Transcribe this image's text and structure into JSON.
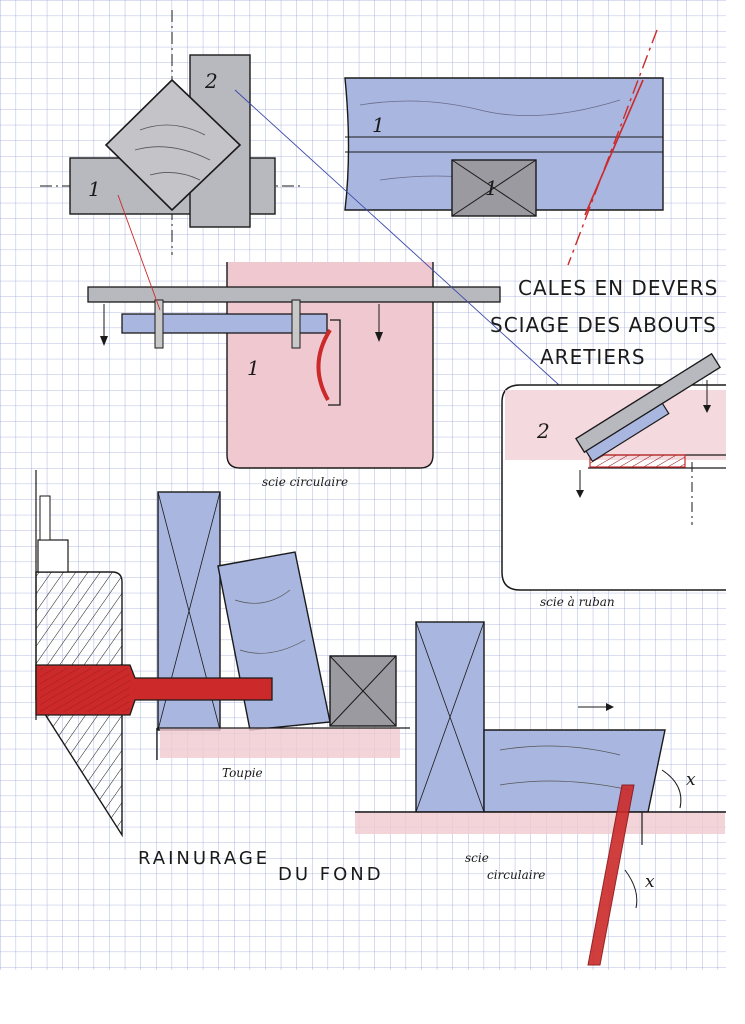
{
  "labels": {
    "title_line1": "CALES EN DEVERS",
    "title_line2": "SCIAGE DES ABOUTS",
    "title_line3": "ARETIERS",
    "scie_circulaire_top": "scie circulaire",
    "scie_a_ruban": "scie à ruban",
    "toupie": "Toupie",
    "rainurage": "RAINURAGE",
    "du_fond": "DU FOND",
    "scie_circulaire_bottom_1": "scie",
    "scie_circulaire_bottom_2": "circulaire",
    "angle_x_1": "x",
    "angle_x_2": "x",
    "num_1_left": "1",
    "num_2_top": "2",
    "num_1_board": "1",
    "num_1_square": "1",
    "num_1_saw": "1",
    "num_2_band": "2"
  },
  "colors": {
    "grid": "#9aa6d8",
    "pencil": "#1a1a1a",
    "wood_blue": "#a9b7e0",
    "wood_grey": "#b8b8bf",
    "table_pink": "#f0c9d0",
    "red": "#cc2a2a"
  }
}
